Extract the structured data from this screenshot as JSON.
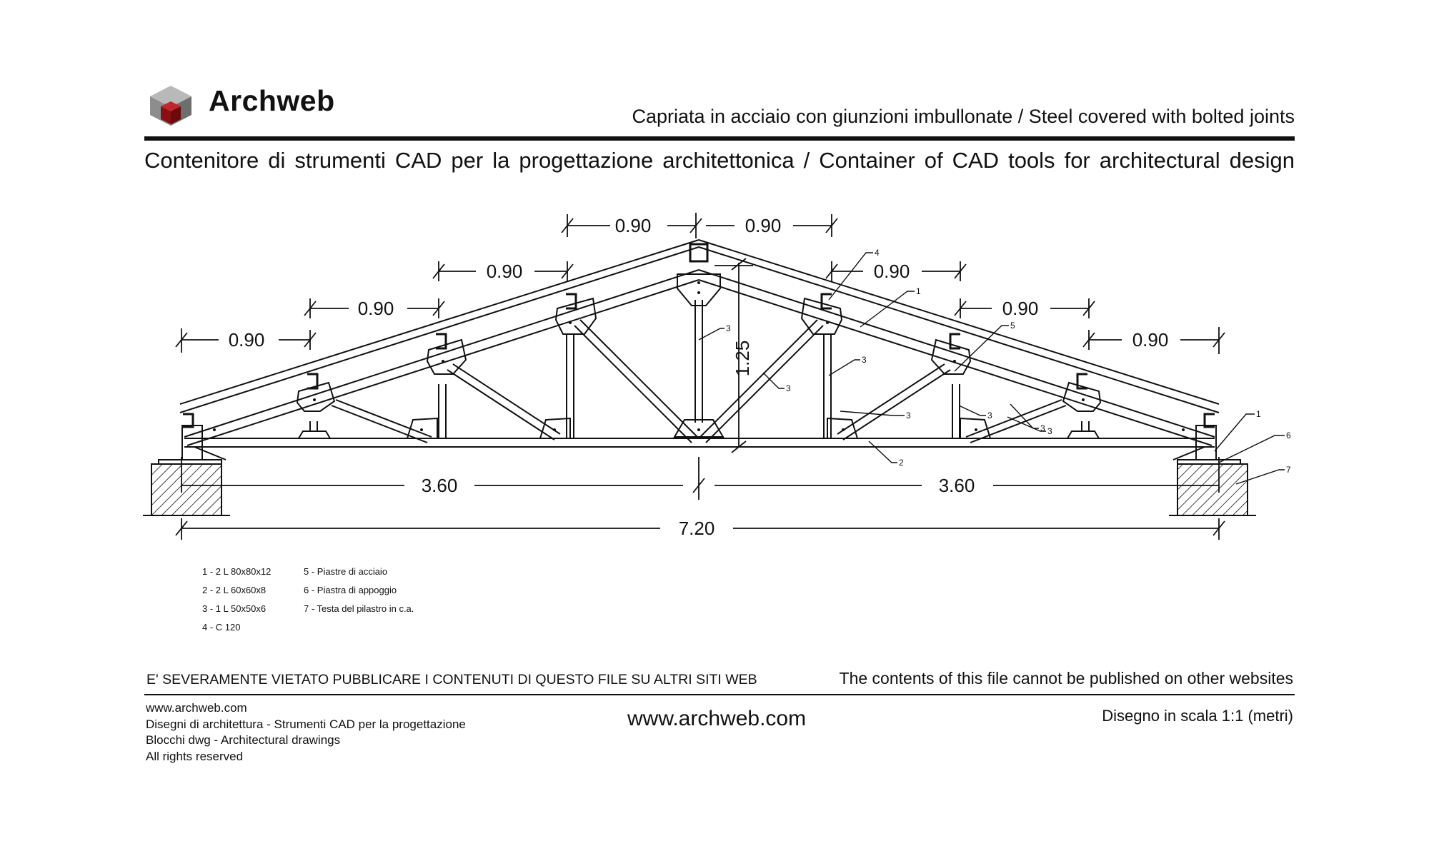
{
  "header": {
    "brand": "Archweb",
    "title": "Capriata in acciaio con giunzioni imbullonate /  Steel covered with bolted joints",
    "subtitle": "Contenitore di strumenti CAD per la progettazione architettonica  /  Container of CAD tools for architectural design",
    "logo_icon": "cube-icon",
    "colors": {
      "logo_red": "#8b0e14",
      "logo_grey": "#8d8d8d",
      "ink": "#111111"
    }
  },
  "drawing": {
    "dimensions": {
      "top_left": [
        "0.90",
        "0.90",
        "0.90",
        "0.90"
      ],
      "top_right": [
        "0.90",
        "0.90",
        "0.90",
        "0.90"
      ],
      "height": "1.25",
      "half_left": "3.60",
      "half_right": "3.60",
      "total": "7.20"
    },
    "callouts": [
      "4",
      "1",
      "5",
      "3",
      "3",
      "3",
      "3",
      "3",
      "3",
      "3",
      "2",
      "1",
      "6",
      "7"
    ]
  },
  "legend": {
    "items": [
      [
        "1 -  2 L 80x80x12",
        "5 -  Piastre di acciaio"
      ],
      [
        "2 -  2 L 60x60x8",
        "6 -  Piastra di appoggio"
      ],
      [
        "3 -  1 L 50x50x6",
        "7 -  Testa del pilastro in c.a."
      ],
      [
        "4 -  C 120",
        ""
      ]
    ]
  },
  "footer": {
    "warning_it": "E' SEVERAMENTE VIETATO PUBBLICARE I CONTENUTI DI QUESTO FILE SU ALTRI SITI WEB",
    "warning_en": "The contents of this file cannot be published on other websites",
    "lines": [
      "www.archweb.com",
      "Disegni di architettura - Strumenti CAD  per la progettazione",
      "Blocchi dwg - Architectural drawings",
      "All rights reserved"
    ],
    "site": "www.archweb.com",
    "scale": "Disegno in scala 1:1 (metri)"
  }
}
